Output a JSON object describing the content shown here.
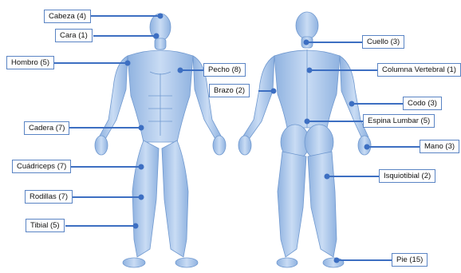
{
  "labels": {
    "cabeza": "Cabeza (4)",
    "cara": "Cara (1)",
    "hombro": "Hombro (5)",
    "pecho": "Pecho (8)",
    "cadera": "Cadera (7)",
    "cuadriceps": "Cuádriceps (7)",
    "rodillas": "Rodillas (7)",
    "tibial": "Tibial (5)",
    "cuello": "Cuello (3)",
    "columna": "Columna Vertebral (1)",
    "brazo": "Brazo (2)",
    "codo": "Codo (3)",
    "espina": "Espina Lumbar (5)",
    "mano": "Mano (3)",
    "isquiotibial": "Isquiotibial (2)",
    "pie": "Pie (15)"
  },
  "colors": {
    "leader_line": "#3d6fc2",
    "label_border": "#5a84c4",
    "body_fill": "#a9c6ec",
    "body_shade": "#7fa6d8"
  }
}
